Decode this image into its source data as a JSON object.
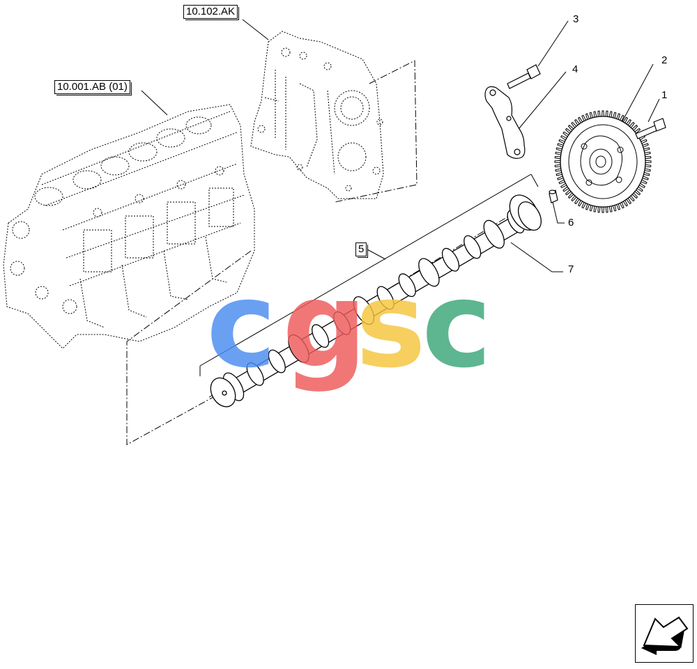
{
  "references": {
    "block_ref": "10.001.AB (01)",
    "cover_ref": "10.102.AK"
  },
  "callouts": {
    "c1": "1",
    "c2": "2",
    "c3": "3",
    "c4": "4",
    "c5": "5",
    "c6": "6",
    "c7": "7"
  },
  "watermark": {
    "letters": [
      "c",
      "g",
      "s",
      "c"
    ],
    "colors": [
      "#4a8cf0",
      "#ee5a5a",
      "#f5c53c",
      "#3aa778"
    ]
  },
  "navigation": {
    "icon": "arrow-icon"
  }
}
